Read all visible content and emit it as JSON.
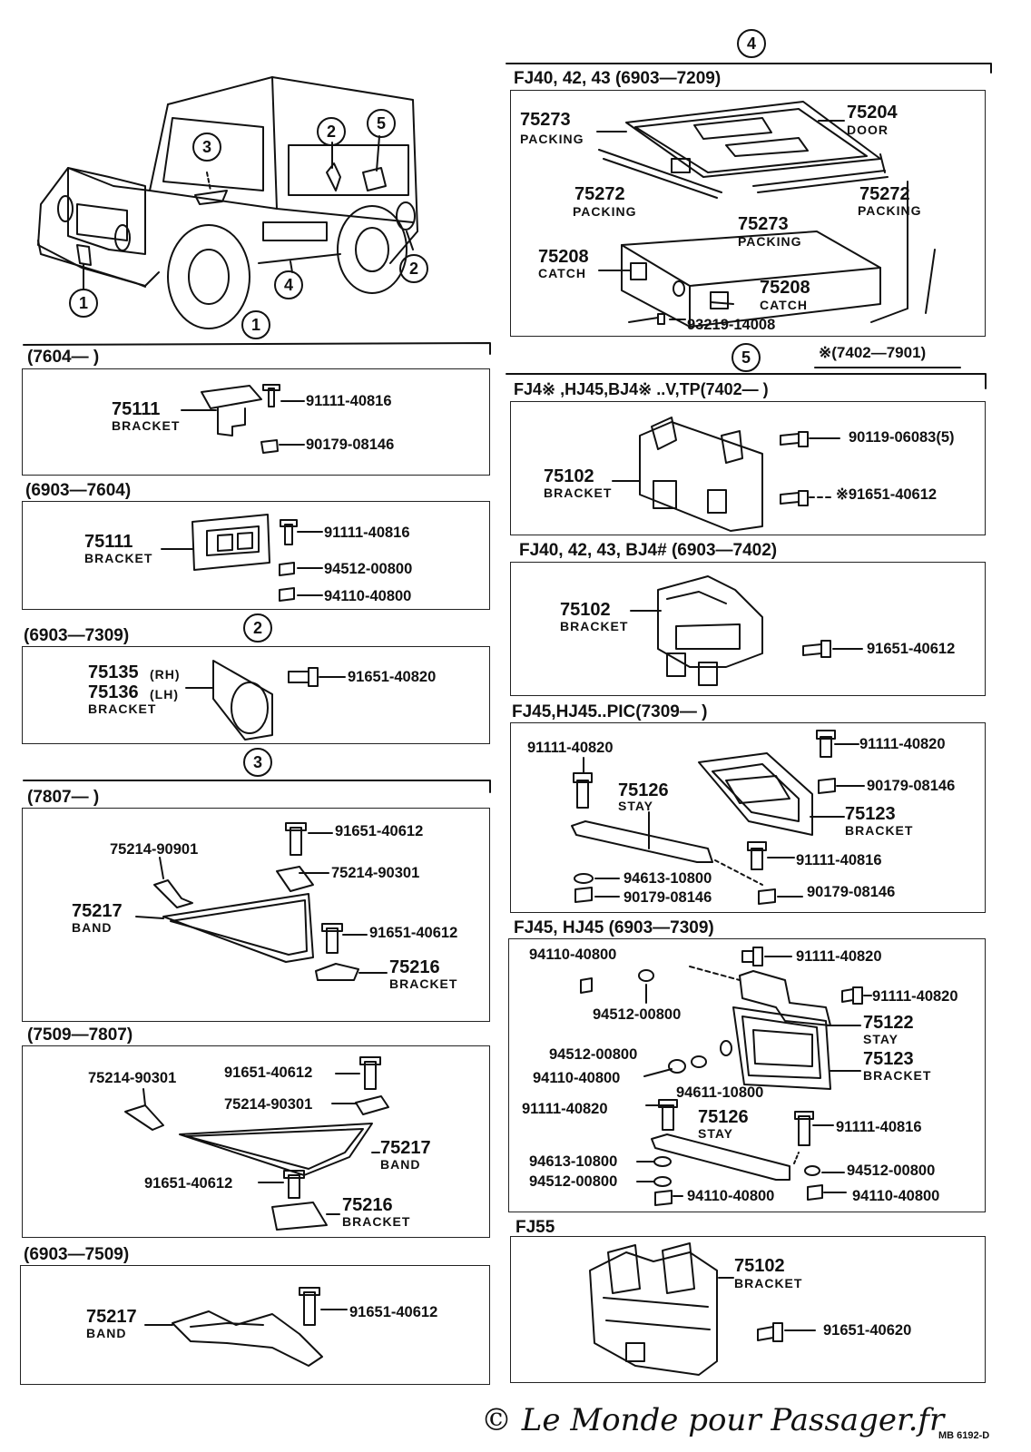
{
  "callouts": {
    "c1": "1",
    "c2": "2",
    "c3": "3",
    "c4": "4",
    "c5": "5"
  },
  "sec1": {
    "a": {
      "range": "(7604—      )",
      "part": "75111",
      "name": "BRACKET",
      "bolt": "91111-40816",
      "nut": "90179-08146"
    },
    "b": {
      "range": "(6903—7604)",
      "part": "75111",
      "name": "BRACKET",
      "bolt": "91111-40816",
      "washer": "94512-00800",
      "nut": "94110-40800"
    }
  },
  "sec2": {
    "range": "(6903—7309)",
    "part_rh": "75135",
    "rh": "(RH)",
    "part_lh": "75136",
    "lh": "(LH)",
    "name": "BRACKET",
    "bolt": "91651-40820"
  },
  "sec3": {
    "a": {
      "range": "(7807—      )",
      "clamp1": "75214-90901",
      "bolt1": "91651-40612",
      "clamp2": "75214-90301",
      "band": "75217",
      "band_name": "BAND",
      "bolt2": "91651-40612",
      "bracket": "75216",
      "bracket_name": "BRACKET"
    },
    "b": {
      "range": "(7509—7807)",
      "clamp1": "75214-90301",
      "bolt1": "91651-40612",
      "clamp2": "75214-90301",
      "band": "75217",
      "band_name": "BAND",
      "bolt2": "91651-40612",
      "bracket": "75216",
      "bracket_name": "BRACKET"
    },
    "c": {
      "range": "(6903—7509)",
      "band": "75217",
      "band_name": "BAND",
      "bolt": "91651-40612"
    }
  },
  "sec4": {
    "header": "FJ40, 42, 43  (6903—7209)",
    "p75273a": "75273",
    "packing1": "PACKING",
    "p75204": "75204",
    "door": "DOOR",
    "p75272a": "75272",
    "packing2": "PACKING",
    "p75272b": "75272",
    "packing3": "PACKING",
    "p75273b": "75273",
    "packing4": "PACKING",
    "p75208a": "75208",
    "catch1": "CATCH",
    "p75208b": "75208",
    "catch2": "CATCH",
    "screw": "93219-14008"
  },
  "sec5": {
    "note": "※(7402—7901)",
    "a": {
      "header": "FJ4※ ,HJ45,BJ4※ ..V,TP(7402—      )",
      "part": "75102",
      "name": "BRACKET",
      "bolt1": "90119-06083(5)",
      "bolt2": "※91651-40612"
    },
    "b": {
      "header": "FJ40, 42, 43, BJ4#  (6903—7402)",
      "part": "75102",
      "name": "BRACKET",
      "bolt": "91651-40612"
    },
    "c": {
      "header": "FJ45,HJ45..PIC(7309—      )",
      "bolt1": "91111-40820",
      "stay": "75126",
      "stay_name": "STAY",
      "bolt2": "91111-40820",
      "nut1": "90179-08146",
      "bracket": "75123",
      "bracket_name": "BRACKET",
      "bolt3": "91111-40816",
      "washer": "94613-10800",
      "nut2": "90179-08146",
      "nut3": "90179-08146"
    },
    "d": {
      "header": "FJ45, HJ45  (6903—7309)",
      "nut1": "94110-40800",
      "bolt1": "91111-40820",
      "bolt2": "91111-40820",
      "washer1": "94512-00800",
      "stay1": "75122",
      "stay1_name": "STAY",
      "washer2": "94512-00800",
      "nut2": "94110-40800",
      "washer3": "94611-10800",
      "bracket": "75123",
      "bracket_name": "BRACKET",
      "bolt3": "91111-40820",
      "stay2": "75126",
      "stay2_name": "STAY",
      "bolt4": "91111-40816",
      "washer4": "94613-10800",
      "washer5": "94512-00800",
      "washer6": "94512-00800",
      "nut3": "94110-40800",
      "nut4": "94110-40800"
    },
    "e": {
      "header": "FJ55",
      "part": "75102",
      "name": "BRACKET",
      "bolt": "91651-40620"
    }
  },
  "watermark": "© Le Monde pour Passager.fr",
  "code": "MB 6192-D"
}
